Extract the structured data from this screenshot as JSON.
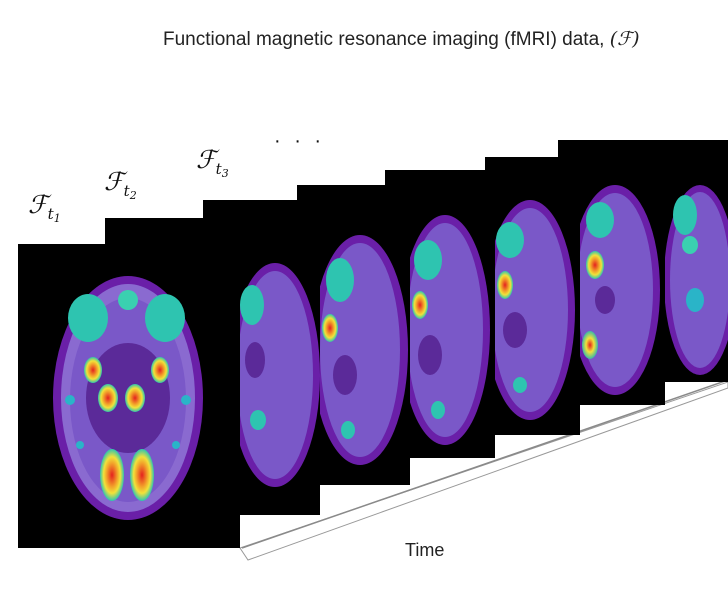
{
  "title": {
    "text": "Functional magnetic resonance imaging (fMRI) data,",
    "symbol": "(ℱ)"
  },
  "frames": [
    {
      "symbol": "ℱ",
      "subscript_var": "t",
      "subscript_index": "1"
    },
    {
      "symbol": "ℱ",
      "subscript_var": "t",
      "subscript_index": "2"
    },
    {
      "symbol": "ℱ",
      "subscript_var": "t",
      "subscript_index": "3"
    }
  ],
  "ellipsis": "· · ·",
  "axis_label": "Time",
  "colors": {
    "background": "#ffffff",
    "frame": "#000000",
    "brain_outline": "#6a1fa8",
    "brain_tissue": "#7a58c8",
    "brain_gray": "#5b2a99",
    "hot_low": "#2ec4b0",
    "hot_mid": "#f2e23a",
    "hot_high": "#e4211e"
  },
  "slice_count": 7
}
